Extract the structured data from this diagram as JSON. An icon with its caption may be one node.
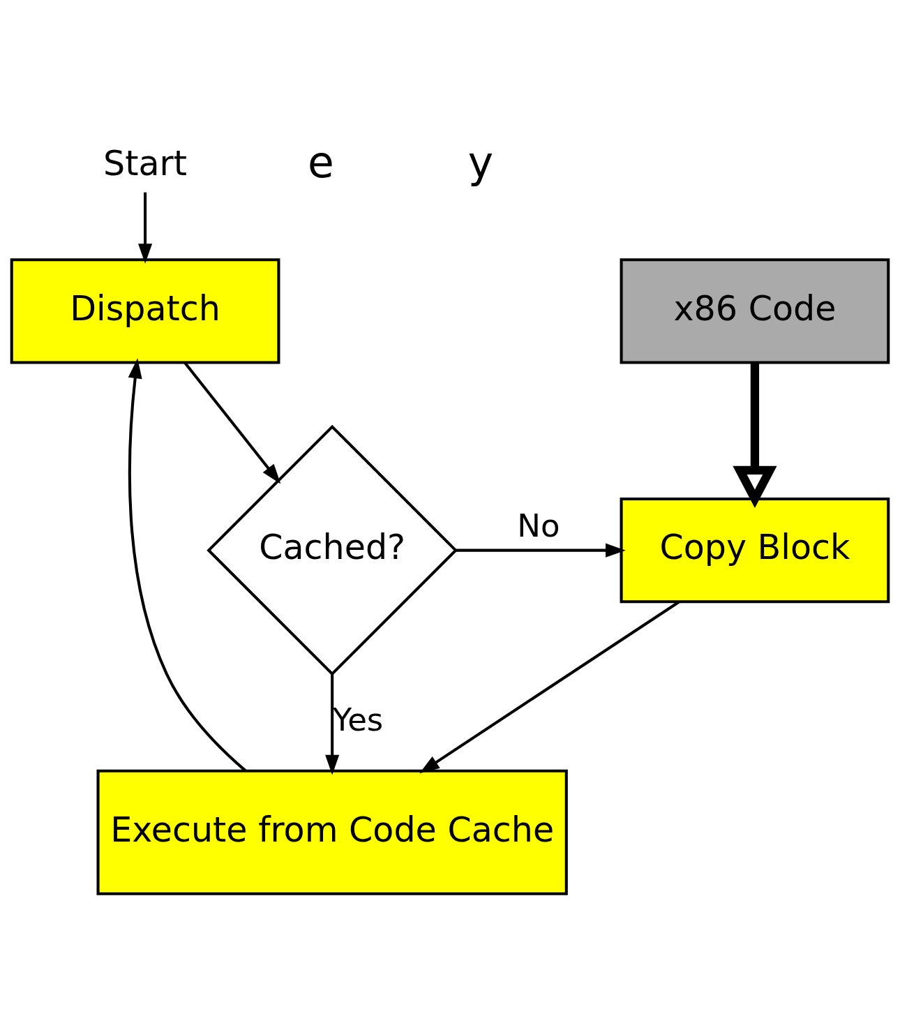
{
  "diagram": {
    "nodes": [
      {
        "text": [
          "Start"
        ]
      },
      {
        "text": [
          "Dispatch"
        ]
      },
      {
        "text": [
          "x86 Code"
        ]
      },
      {
        "text": [
          "Cached?"
        ]
      },
      {
        "text": [
          "Copy Block"
        ]
      },
      {
        "text": [
          "Execute from Code Cache"
        ]
      }
    ],
    "edges": [
      {
        "from": 0,
        "to": 1,
        "arrow": "to"
      },
      {
        "from": 1,
        "to": 3,
        "arrow": "to"
      },
      {
        "from": 3,
        "to": 4,
        "arrow": "to",
        "label": "No"
      },
      {
        "from": 3,
        "to": 5,
        "arrow": "to",
        "label": "Yes"
      },
      {
        "from": 4,
        "to": 5,
        "arrow": "to"
      },
      {
        "from": 5,
        "to": 1,
        "arrow": "to"
      },
      {
        "from": 2,
        "to": 4,
        "arrow": "to",
        "style": "thick"
      }
    ],
    "labels": [
      "e",
      "y"
    ]
  }
}
